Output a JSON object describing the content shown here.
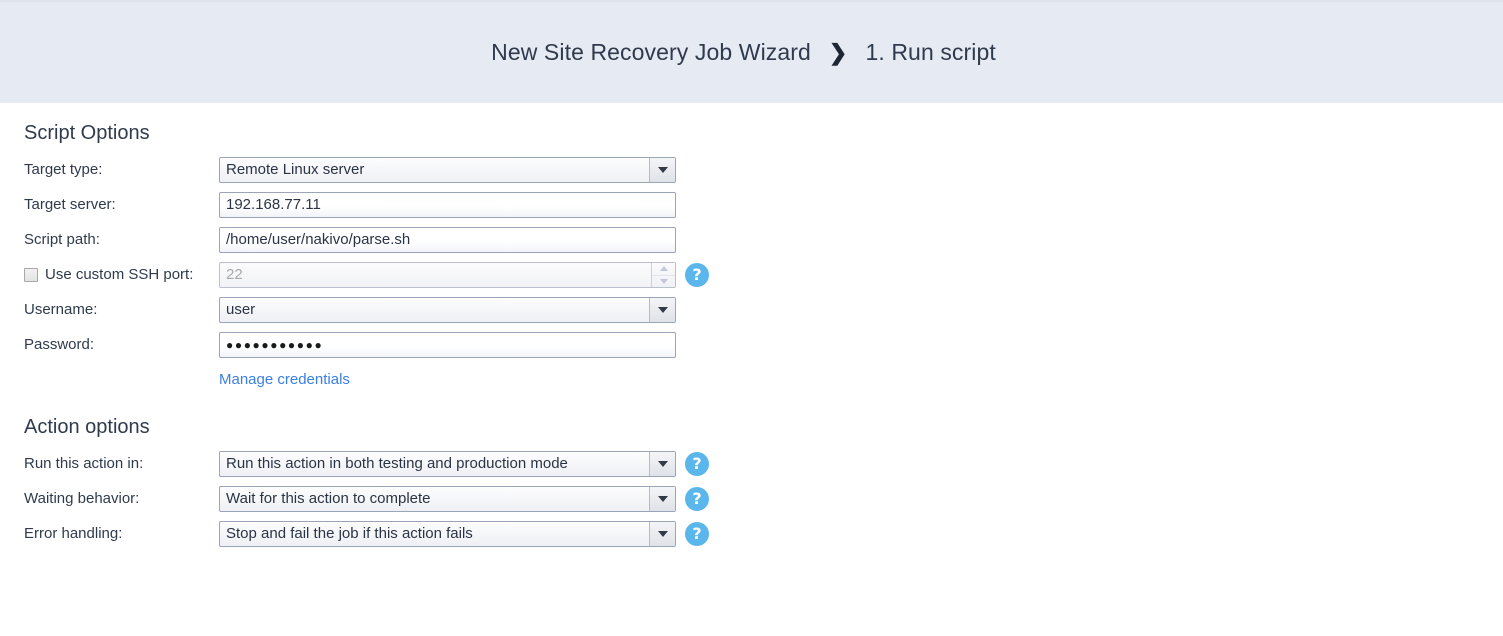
{
  "header": {
    "wizard_title": "New Site Recovery Job Wizard",
    "separator": "❯",
    "step": "1. Run script"
  },
  "script_options": {
    "title": "Script Options",
    "rows": [
      {
        "label": "Target type:",
        "control": "select",
        "value": "Remote Linux server",
        "help": false
      },
      {
        "label": "Target server:",
        "control": "text",
        "value": "192.168.77.11",
        "help": false
      },
      {
        "label": "Script path:",
        "control": "text",
        "value": "/home/user/nakivo/parse.sh",
        "help": false
      },
      {
        "label": "Use custom SSH port:",
        "control": "spinner",
        "value": "22",
        "checkbox": true,
        "checked": false,
        "disabled": true,
        "help": true,
        "help_glyph": "?"
      },
      {
        "label": "Username:",
        "control": "select",
        "value": "user",
        "help": false
      },
      {
        "label": "Password:",
        "control": "password",
        "value": "●●●●●●●●●●●",
        "help": false
      }
    ],
    "manage_credentials_link": "Manage credentials"
  },
  "action_options": {
    "title": "Action options",
    "rows": [
      {
        "label": "Run this action in:",
        "control": "select",
        "value": "Run this action in both testing and production mode",
        "help": true,
        "help_glyph": "?"
      },
      {
        "label": "Waiting behavior:",
        "control": "select",
        "value": "Wait for this action to complete",
        "help": true,
        "help_glyph": "?"
      },
      {
        "label": "Error handling:",
        "control": "select",
        "value": "Stop and fail the job if this action fails",
        "help": true,
        "help_glyph": "?"
      }
    ]
  },
  "colors": {
    "header_band": "#e6eaf2",
    "help_icon": "#5bb6ec",
    "link": "#3b7fe4",
    "text": "#2f3b4d",
    "field_border": "#9aa5b8"
  }
}
